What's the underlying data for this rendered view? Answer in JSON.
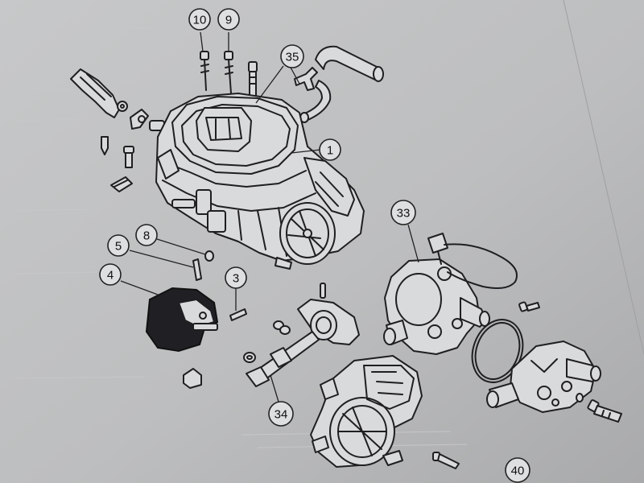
{
  "callouts": {
    "c10": "10",
    "c9": "9",
    "c35": "35",
    "c1": "1",
    "c8": "8",
    "c5": "5",
    "c4": "4",
    "c3": "3",
    "c33": "33",
    "c34": "34",
    "c40": "40"
  }
}
